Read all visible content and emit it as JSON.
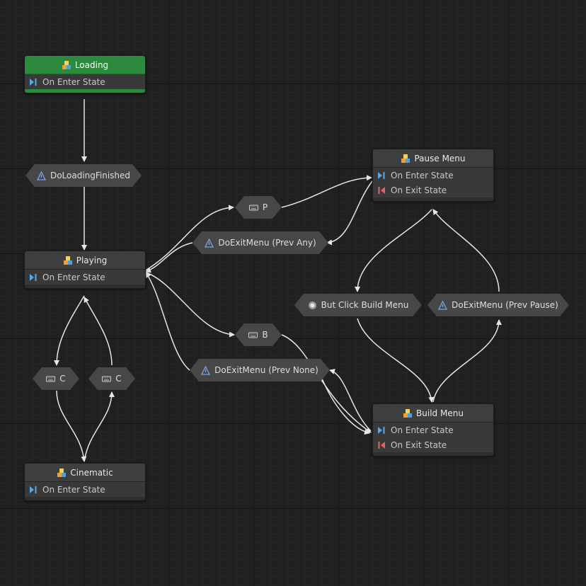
{
  "colors": {
    "active_header": "#2b8a3e",
    "enter_icon": "#5aa9e6",
    "exit_icon": "#e06666",
    "wire": "#e6e6e6"
  },
  "states": {
    "loading": {
      "title": "Loading",
      "icon": "state-cube-icon",
      "rows": [
        "On Enter State"
      ]
    },
    "playing": {
      "title": "Playing",
      "icon": "state-cube-icon",
      "rows": [
        "On Enter State"
      ]
    },
    "cinematic": {
      "title": "Cinematic",
      "icon": "state-cube-icon",
      "rows": [
        "On Enter State"
      ]
    },
    "pause": {
      "title": "Pause Menu",
      "icon": "state-cube-icon",
      "rows": [
        "On Enter State",
        "On Exit State"
      ]
    },
    "build": {
      "title": "Build Menu",
      "icon": "state-cube-icon",
      "rows": [
        "On Enter State",
        "On Exit State"
      ]
    }
  },
  "transitions": {
    "loading_finished": {
      "label": "DoLoadingFinished",
      "icon": "event-signal-icon"
    },
    "key_p": {
      "label": "P",
      "icon": "keyboard-icon"
    },
    "exit_prev_any": {
      "label": "DoExitMenu (Prev Any)",
      "icon": "event-signal-icon"
    },
    "key_b": {
      "label": "B",
      "icon": "keyboard-icon"
    },
    "exit_prev_none": {
      "label": "DoExitMenu (Prev None)",
      "icon": "event-signal-icon"
    },
    "key_c_left": {
      "label": "C",
      "icon": "keyboard-icon"
    },
    "key_c_right": {
      "label": "C",
      "icon": "keyboard-icon"
    },
    "but_click_build": {
      "label": "But Click Build Menu",
      "icon": "button-click-icon"
    },
    "exit_prev_pause": {
      "label": "DoExitMenu (Prev Pause)",
      "icon": "event-signal-icon"
    }
  }
}
